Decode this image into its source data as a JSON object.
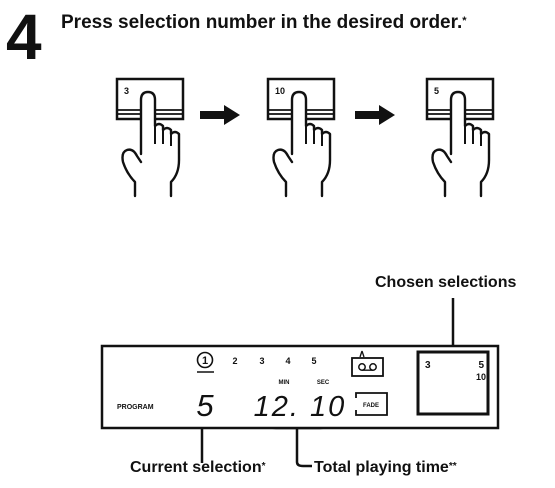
{
  "step": {
    "number": "4",
    "instruction": "Press selection number in the desired order.",
    "instruction_mark": "*"
  },
  "buttons": [
    {
      "label": "3"
    },
    {
      "label": "10"
    },
    {
      "label": "5"
    }
  ],
  "display": {
    "program_label": "PROGRAM",
    "track_numbers": [
      "1",
      "2",
      "3",
      "4",
      "5"
    ],
    "current_digit": "5",
    "time": "12. 10",
    "min_label": "MIN",
    "sec_label": "SEC",
    "fade_label": "FADE",
    "chosen_top_left": "3",
    "chosen_top_right": "5",
    "chosen_bottom_right": "10"
  },
  "callouts": {
    "chosen": "Chosen selections",
    "current": "Current selection",
    "current_mark": "*",
    "total": "Total playing time",
    "total_mark": "**"
  }
}
